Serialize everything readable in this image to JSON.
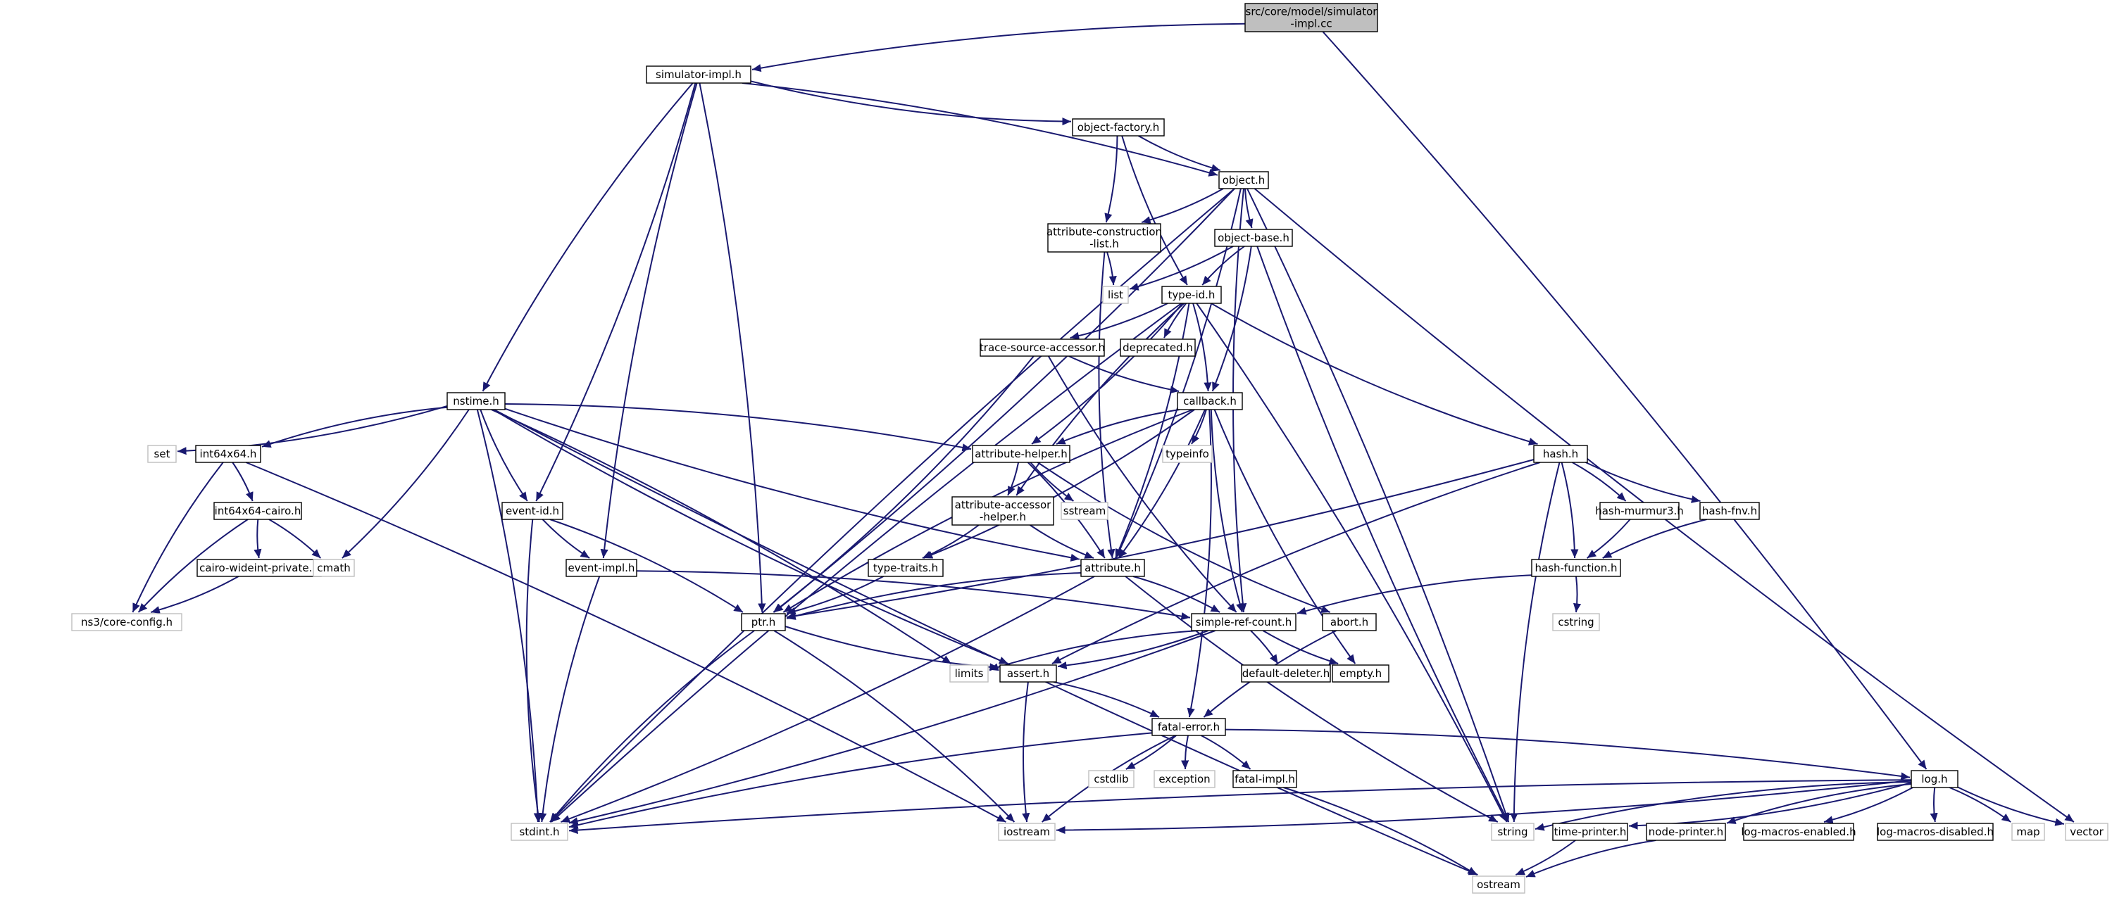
{
  "diagram": {
    "colors": {
      "edge": "#191970",
      "root_fill": "#bfbfbf",
      "node_border": "#000000",
      "external_border": "#bfbfbf",
      "text": "#000000"
    },
    "nodes": [
      {
        "id": "root",
        "lines": [
          "src/core/model/simulator",
          "-impl.cc"
        ],
        "kind": "root"
      },
      {
        "id": "simimpl",
        "lines": [
          "simulator-impl.h"
        ],
        "kind": "file"
      },
      {
        "id": "objfactory",
        "lines": [
          "object-factory.h"
        ],
        "kind": "file"
      },
      {
        "id": "object",
        "lines": [
          "object.h"
        ],
        "kind": "file"
      },
      {
        "id": "attrconst",
        "lines": [
          "attribute-construction",
          "-list.h"
        ],
        "kind": "file"
      },
      {
        "id": "objbase",
        "lines": [
          "object-base.h"
        ],
        "kind": "file"
      },
      {
        "id": "list",
        "lines": [
          "list"
        ],
        "kind": "external"
      },
      {
        "id": "typeid",
        "lines": [
          "type-id.h"
        ],
        "kind": "file"
      },
      {
        "id": "tracesrc",
        "lines": [
          "trace-source-accessor.h"
        ],
        "kind": "file"
      },
      {
        "id": "deprecated",
        "lines": [
          "deprecated.h"
        ],
        "kind": "file"
      },
      {
        "id": "callback",
        "lines": [
          "callback.h"
        ],
        "kind": "file"
      },
      {
        "id": "typeinfo",
        "lines": [
          "typeinfo"
        ],
        "kind": "external"
      },
      {
        "id": "nstime",
        "lines": [
          "nstime.h"
        ],
        "kind": "file"
      },
      {
        "id": "set",
        "lines": [
          "set"
        ],
        "kind": "external"
      },
      {
        "id": "int64x64",
        "lines": [
          "int64x64.h"
        ],
        "kind": "file"
      },
      {
        "id": "int64cairo",
        "lines": [
          "int64x64-cairo.h"
        ],
        "kind": "file"
      },
      {
        "id": "cairowide",
        "lines": [
          "cairo-wideint-private.h"
        ],
        "kind": "file"
      },
      {
        "id": "coreconfig",
        "lines": [
          "ns3/core-config.h"
        ],
        "kind": "external"
      },
      {
        "id": "cmath",
        "lines": [
          "cmath"
        ],
        "kind": "external"
      },
      {
        "id": "eventid",
        "lines": [
          "event-id.h"
        ],
        "kind": "file"
      },
      {
        "id": "eventimpl",
        "lines": [
          "event-impl.h"
        ],
        "kind": "file"
      },
      {
        "id": "attrhelper",
        "lines": [
          "attribute-helper.h"
        ],
        "kind": "file"
      },
      {
        "id": "sstream",
        "lines": [
          "sstream"
        ],
        "kind": "external"
      },
      {
        "id": "attraccessor",
        "lines": [
          "attribute-accessor",
          "-helper.h"
        ],
        "kind": "file"
      },
      {
        "id": "typetraits",
        "lines": [
          "type-traits.h"
        ],
        "kind": "file"
      },
      {
        "id": "attribute",
        "lines": [
          "attribute.h"
        ],
        "kind": "file"
      },
      {
        "id": "ptr",
        "lines": [
          "ptr.h"
        ],
        "kind": "file"
      },
      {
        "id": "simplerc",
        "lines": [
          "simple-ref-count.h"
        ],
        "kind": "file"
      },
      {
        "id": "abort",
        "lines": [
          "abort.h"
        ],
        "kind": "file"
      },
      {
        "id": "hash",
        "lines": [
          "hash.h"
        ],
        "kind": "file"
      },
      {
        "id": "murmur",
        "lines": [
          "hash-murmur3.h"
        ],
        "kind": "file"
      },
      {
        "id": "fnv",
        "lines": [
          "hash-fnv.h"
        ],
        "kind": "file"
      },
      {
        "id": "hashfn",
        "lines": [
          "hash-function.h"
        ],
        "kind": "file"
      },
      {
        "id": "cstring",
        "lines": [
          "cstring"
        ],
        "kind": "external"
      },
      {
        "id": "assert",
        "lines": [
          "assert.h"
        ],
        "kind": "file"
      },
      {
        "id": "limits",
        "lines": [
          "limits"
        ],
        "kind": "external"
      },
      {
        "id": "defdeleter",
        "lines": [
          "default-deleter.h"
        ],
        "kind": "file"
      },
      {
        "id": "empty",
        "lines": [
          "empty.h"
        ],
        "kind": "file"
      },
      {
        "id": "fatalerror",
        "lines": [
          "fatal-error.h"
        ],
        "kind": "file"
      },
      {
        "id": "cstdlib",
        "lines": [
          "cstdlib"
        ],
        "kind": "external"
      },
      {
        "id": "exception",
        "lines": [
          "exception"
        ],
        "kind": "external"
      },
      {
        "id": "fatalimpl",
        "lines": [
          "fatal-impl.h"
        ],
        "kind": "file"
      },
      {
        "id": "stdint",
        "lines": [
          "stdint.h"
        ],
        "kind": "external"
      },
      {
        "id": "iostream",
        "lines": [
          "iostream"
        ],
        "kind": "external"
      },
      {
        "id": "string",
        "lines": [
          "string"
        ],
        "kind": "external"
      },
      {
        "id": "log",
        "lines": [
          "log.h"
        ],
        "kind": "file"
      },
      {
        "id": "timeprinter",
        "lines": [
          "time-printer.h"
        ],
        "kind": "file"
      },
      {
        "id": "nodeprinter",
        "lines": [
          "node-printer.h"
        ],
        "kind": "file"
      },
      {
        "id": "logenabled",
        "lines": [
          "log-macros-enabled.h"
        ],
        "kind": "file"
      },
      {
        "id": "logdisabled",
        "lines": [
          "log-macros-disabled.h"
        ],
        "kind": "file"
      },
      {
        "id": "map",
        "lines": [
          "map"
        ],
        "kind": "external"
      },
      {
        "id": "vector",
        "lines": [
          "vector"
        ],
        "kind": "external"
      },
      {
        "id": "ostream",
        "lines": [
          "ostream"
        ],
        "kind": "external"
      }
    ],
    "edges": [
      [
        "root",
        "simimpl"
      ],
      [
        "root",
        "log"
      ],
      [
        "simimpl",
        "objfactory"
      ],
      [
        "simimpl",
        "object"
      ],
      [
        "simimpl",
        "nstime"
      ],
      [
        "simimpl",
        "eventid"
      ],
      [
        "simimpl",
        "eventimpl"
      ],
      [
        "simimpl",
        "ptr"
      ],
      [
        "objfactory",
        "object"
      ],
      [
        "objfactory",
        "attrconst"
      ],
      [
        "objfactory",
        "typeid"
      ],
      [
        "object",
        "attrconst"
      ],
      [
        "object",
        "objbase"
      ],
      [
        "object",
        "ptr"
      ],
      [
        "object",
        "stdint"
      ],
      [
        "object",
        "string"
      ],
      [
        "object",
        "vector"
      ],
      [
        "object",
        "attribute"
      ],
      [
        "object",
        "simplerc"
      ],
      [
        "attrconst",
        "list"
      ],
      [
        "attrconst",
        "attribute"
      ],
      [
        "objbase",
        "list"
      ],
      [
        "objbase",
        "typeid"
      ],
      [
        "objbase",
        "callback"
      ],
      [
        "objbase",
        "string"
      ],
      [
        "typeid",
        "tracesrc"
      ],
      [
        "typeid",
        "deprecated"
      ],
      [
        "typeid",
        "callback"
      ],
      [
        "typeid",
        "hash"
      ],
      [
        "typeid",
        "attrhelper"
      ],
      [
        "typeid",
        "attraccessor"
      ],
      [
        "typeid",
        "attribute"
      ],
      [
        "typeid",
        "stdint"
      ],
      [
        "typeid",
        "string"
      ],
      [
        "tracesrc",
        "callback"
      ],
      [
        "tracesrc",
        "ptr"
      ],
      [
        "tracesrc",
        "simplerc"
      ],
      [
        "callback",
        "typeinfo"
      ],
      [
        "callback",
        "attrhelper"
      ],
      [
        "callback",
        "attribute"
      ],
      [
        "callback",
        "simplerc"
      ],
      [
        "callback",
        "typetraits"
      ],
      [
        "callback",
        "ptr"
      ],
      [
        "callback",
        "fatalerror"
      ],
      [
        "callback",
        "empty"
      ],
      [
        "nstime",
        "set"
      ],
      [
        "nstime",
        "int64x64"
      ],
      [
        "nstime",
        "cmath"
      ],
      [
        "nstime",
        "eventid"
      ],
      [
        "nstime",
        "attrhelper"
      ],
      [
        "nstime",
        "attribute"
      ],
      [
        "nstime",
        "stdint"
      ],
      [
        "nstime",
        "ostream"
      ],
      [
        "nstime",
        "limits"
      ],
      [
        "nstime",
        "assert"
      ],
      [
        "int64x64",
        "int64cairo"
      ],
      [
        "int64x64",
        "coreconfig"
      ],
      [
        "int64x64",
        "iostream"
      ],
      [
        "int64cairo",
        "cairowide"
      ],
      [
        "int64cairo",
        "cmath"
      ],
      [
        "int64cairo",
        "coreconfig"
      ],
      [
        "cairowide",
        "coreconfig"
      ],
      [
        "eventid",
        "eventimpl"
      ],
      [
        "eventid",
        "ptr"
      ],
      [
        "eventid",
        "stdint"
      ],
      [
        "eventimpl",
        "simplerc"
      ],
      [
        "eventimpl",
        "stdint"
      ],
      [
        "attrhelper",
        "attraccessor"
      ],
      [
        "attrhelper",
        "sstream"
      ],
      [
        "attrhelper",
        "attribute"
      ],
      [
        "attrhelper",
        "abort"
      ],
      [
        "attraccessor",
        "typetraits"
      ],
      [
        "attraccessor",
        "attribute"
      ],
      [
        "typetraits",
        "ptr"
      ],
      [
        "attribute",
        "ptr"
      ],
      [
        "attribute",
        "simplerc"
      ],
      [
        "attribute",
        "string"
      ],
      [
        "attribute",
        "stdint"
      ],
      [
        "ptr",
        "assert"
      ],
      [
        "ptr",
        "iostream"
      ],
      [
        "ptr",
        "stdint"
      ],
      [
        "simplerc",
        "assert"
      ],
      [
        "simplerc",
        "limits"
      ],
      [
        "simplerc",
        "defdeleter"
      ],
      [
        "simplerc",
        "empty"
      ],
      [
        "simplerc",
        "stdint"
      ],
      [
        "abort",
        "fatalerror"
      ],
      [
        "hash",
        "murmur"
      ],
      [
        "hash",
        "fnv"
      ],
      [
        "hash",
        "hashfn"
      ],
      [
        "hash",
        "assert"
      ],
      [
        "hash",
        "ptr"
      ],
      [
        "hash",
        "string"
      ],
      [
        "murmur",
        "hashfn"
      ],
      [
        "fnv",
        "hashfn"
      ],
      [
        "hashfn",
        "cstring"
      ],
      [
        "hashfn",
        "simplerc"
      ],
      [
        "assert",
        "fatalerror"
      ],
      [
        "assert",
        "iostream"
      ],
      [
        "fatalerror",
        "cstdlib"
      ],
      [
        "fatalerror",
        "exception"
      ],
      [
        "fatalerror",
        "fatalimpl"
      ],
      [
        "fatalerror",
        "iostream"
      ],
      [
        "fatalerror",
        "log"
      ],
      [
        "fatalerror",
        "stdint"
      ],
      [
        "fatalimpl",
        "ostream"
      ],
      [
        "log",
        "stdint"
      ],
      [
        "log",
        "iostream"
      ],
      [
        "log",
        "string"
      ],
      [
        "log",
        "timeprinter"
      ],
      [
        "log",
        "nodeprinter"
      ],
      [
        "log",
        "logenabled"
      ],
      [
        "log",
        "logdisabled"
      ],
      [
        "log",
        "map"
      ],
      [
        "log",
        "vector"
      ],
      [
        "timeprinter",
        "ostream"
      ],
      [
        "nodeprinter",
        "ostream"
      ]
    ]
  }
}
